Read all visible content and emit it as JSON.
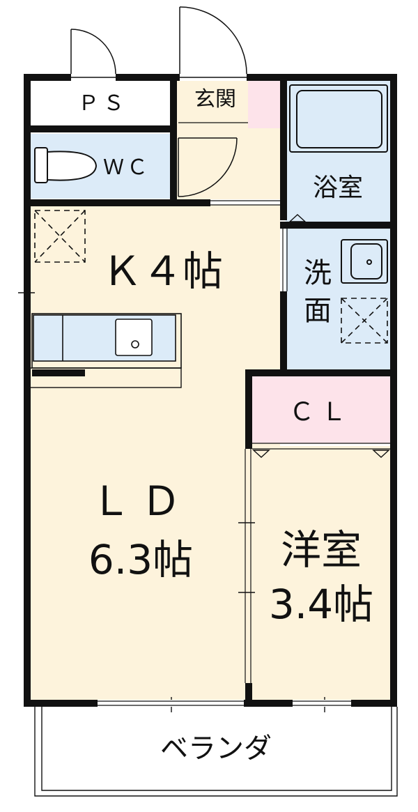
{
  "rooms": {
    "ps": "ＰＳ",
    "wc": "ＷＣ",
    "entrance": "玄関",
    "bath": "浴室",
    "kitchen": "Ｋ４帖",
    "washroom_line1": "洗",
    "washroom_line2": "面",
    "closet": "ＣＬ",
    "living_line1": "ＬＤ",
    "living_line2": "6.3帖",
    "western_line1": "洋室",
    "western_line2": "3.4帖",
    "balcony": "ベランダ"
  },
  "colors": {
    "floor": "#fdf3dc",
    "water": "#dcebf8",
    "closet": "#fde3ea",
    "wall": "#111111",
    "white": "#ffffff"
  }
}
